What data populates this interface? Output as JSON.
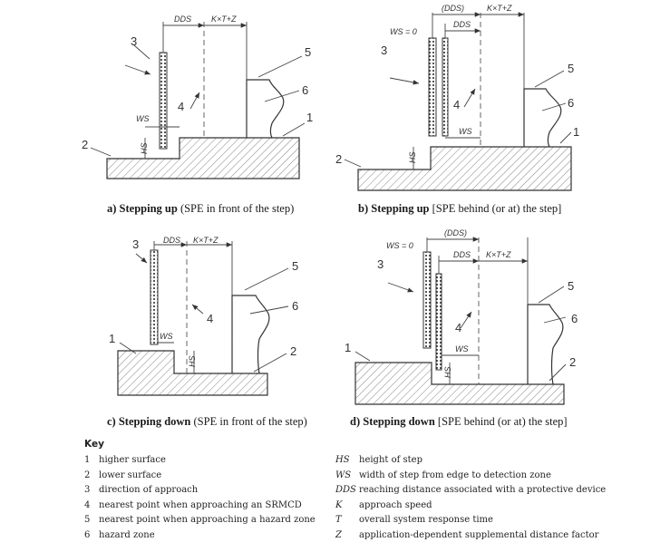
{
  "panels": [
    {
      "caption_bold": "a) Stepping up",
      "caption_rest": " (SPE in front of the step)"
    },
    {
      "caption_bold": "b) Stepping up",
      "caption_rest": " [SPE behind (or at) the step]"
    },
    {
      "caption_bold": "c) Stepping down",
      "caption_rest": " (SPE in front of the step)"
    },
    {
      "caption_bold": "d) Stepping down",
      "caption_rest": " [SPE behind (or at) the step]"
    }
  ],
  "dim_labels": {
    "dds": "DDS",
    "dds_paren": "(DDS)",
    "kts": "K×T+Z",
    "ws": "WS",
    "ws_zero": "WS = 0",
    "hs": "HS"
  },
  "callouts": [
    "1",
    "2",
    "3",
    "4",
    "5",
    "6"
  ],
  "key": {
    "title": "Key",
    "left_items": [
      {
        "n": "1",
        "text": "higher surface"
      },
      {
        "n": "2",
        "text": "lower surface"
      },
      {
        "n": "3",
        "text": "direction of approach"
      },
      {
        "n": "4",
        "text": "nearest point when approaching an SRMCD"
      },
      {
        "n": "5",
        "text": "nearest point when approaching a hazard zone"
      },
      {
        "n": "6",
        "text": "hazard zone"
      }
    ],
    "right_items": [
      {
        "sym": "HS",
        "text": "height of step"
      },
      {
        "sym": "WS",
        "text": "width of step from edge to detection zone"
      },
      {
        "sym": "DDS",
        "text": "reaching distance associated with a protective device"
      },
      {
        "sym": "K",
        "text": "approach speed"
      },
      {
        "sym": "T",
        "text": "overall system response time"
      },
      {
        "sym": "Z",
        "text": "application-dependent supplemental distance factor"
      }
    ]
  }
}
